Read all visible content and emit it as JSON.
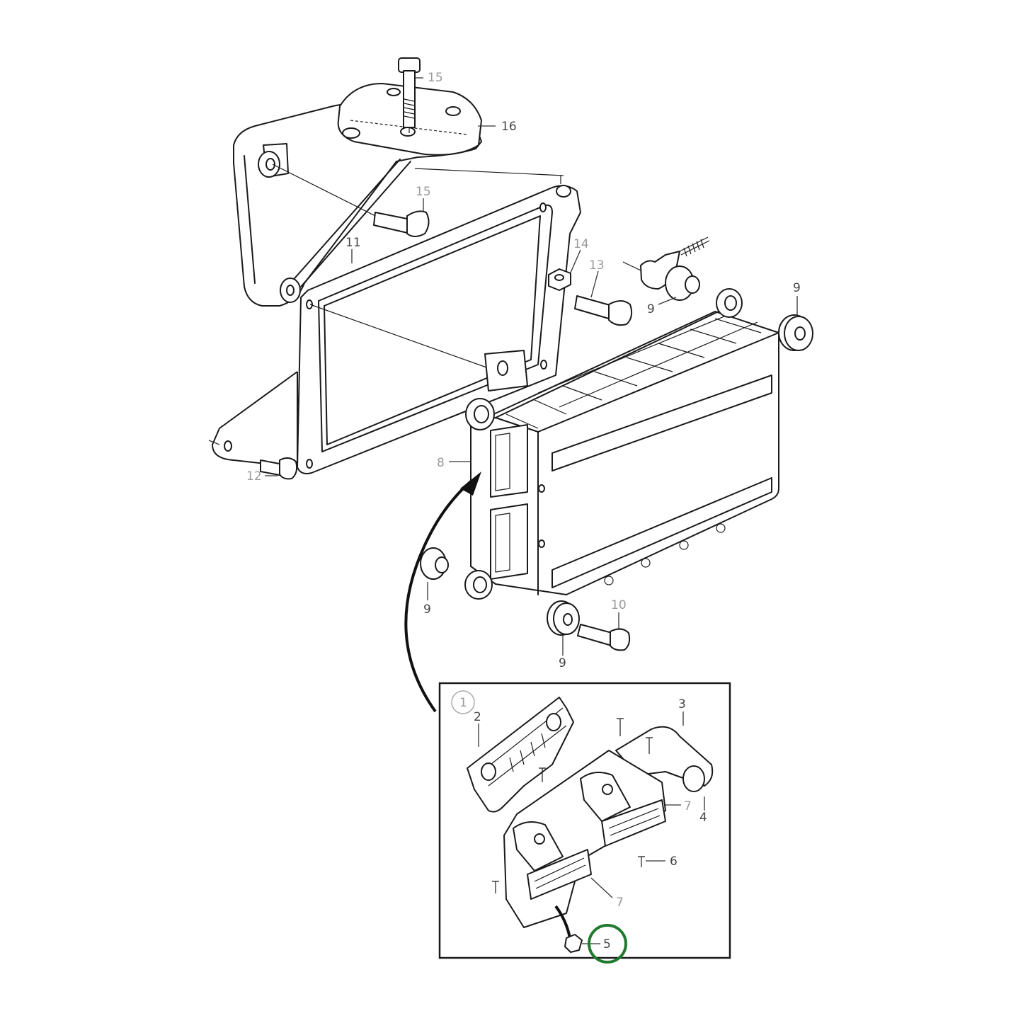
{
  "diagram": {
    "type": "exploded-parts-diagram",
    "highlight_color": "#1f7a2e",
    "line_color": "#1a1a1a",
    "background": "#ffffff",
    "callouts": {
      "c15_top": "15",
      "c16": "16",
      "c15_mid": "15",
      "c11": "11",
      "c14": "14",
      "c13": "13",
      "c9_hub": "9",
      "c9_right": "9",
      "c8": "8",
      "c12": "12",
      "c9_left": "9",
      "c9_bottom": "9",
      "c10": "10"
    },
    "inset": {
      "ref_marker": "1",
      "callouts": {
        "c2": "2",
        "c3": "3",
        "c4": "4",
        "c7_upper": "7",
        "c6": "6",
        "c7_lower": "7",
        "c5": "5"
      },
      "highlighted_callout": "5"
    }
  }
}
